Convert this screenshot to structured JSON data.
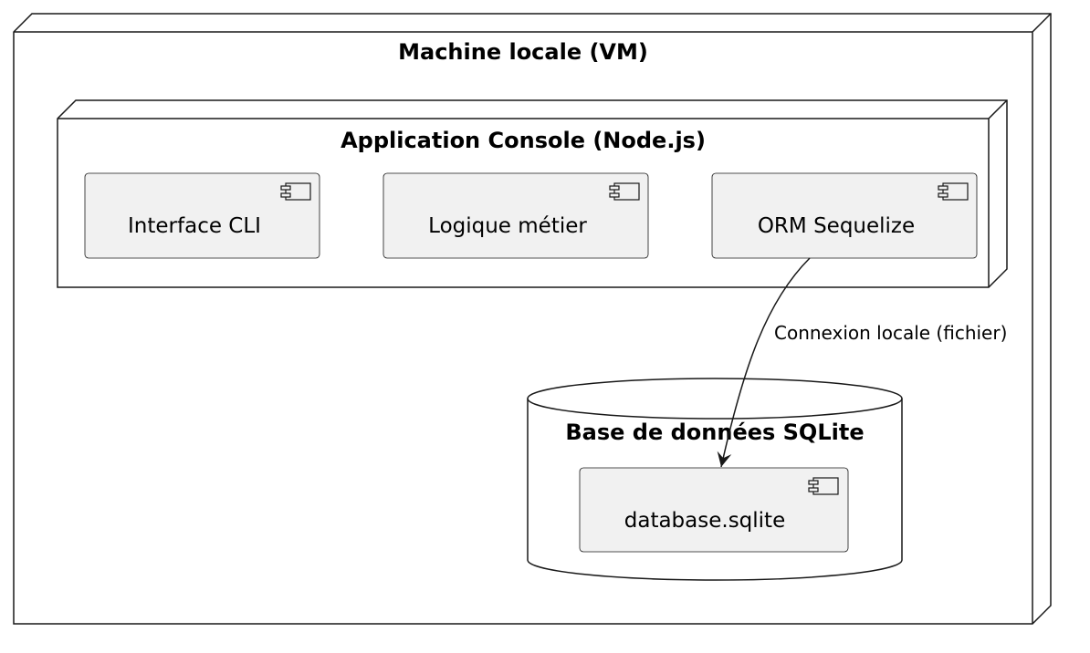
{
  "colors": {
    "component_fill": "#f1f1f1",
    "component_stroke": "#181818",
    "node_fill": "#ffffff",
    "stroke": "#181818"
  },
  "nodes": {
    "outer": {
      "title": "Machine locale (VM)"
    },
    "app": {
      "title": "Application Console (Node.js)",
      "components": [
        {
          "label": "Interface CLI",
          "icon": "component-icon"
        },
        {
          "label": "Logique métier",
          "icon": "component-icon"
        },
        {
          "label": "ORM Sequelize",
          "icon": "component-icon"
        }
      ]
    },
    "database": {
      "title": "Base de données SQLite",
      "component": {
        "label": "database.sqlite",
        "icon": "component-icon"
      }
    }
  },
  "edges": [
    {
      "from": "ORM Sequelize",
      "to": "database.sqlite",
      "label": "Connexion locale (fichier)"
    }
  ]
}
